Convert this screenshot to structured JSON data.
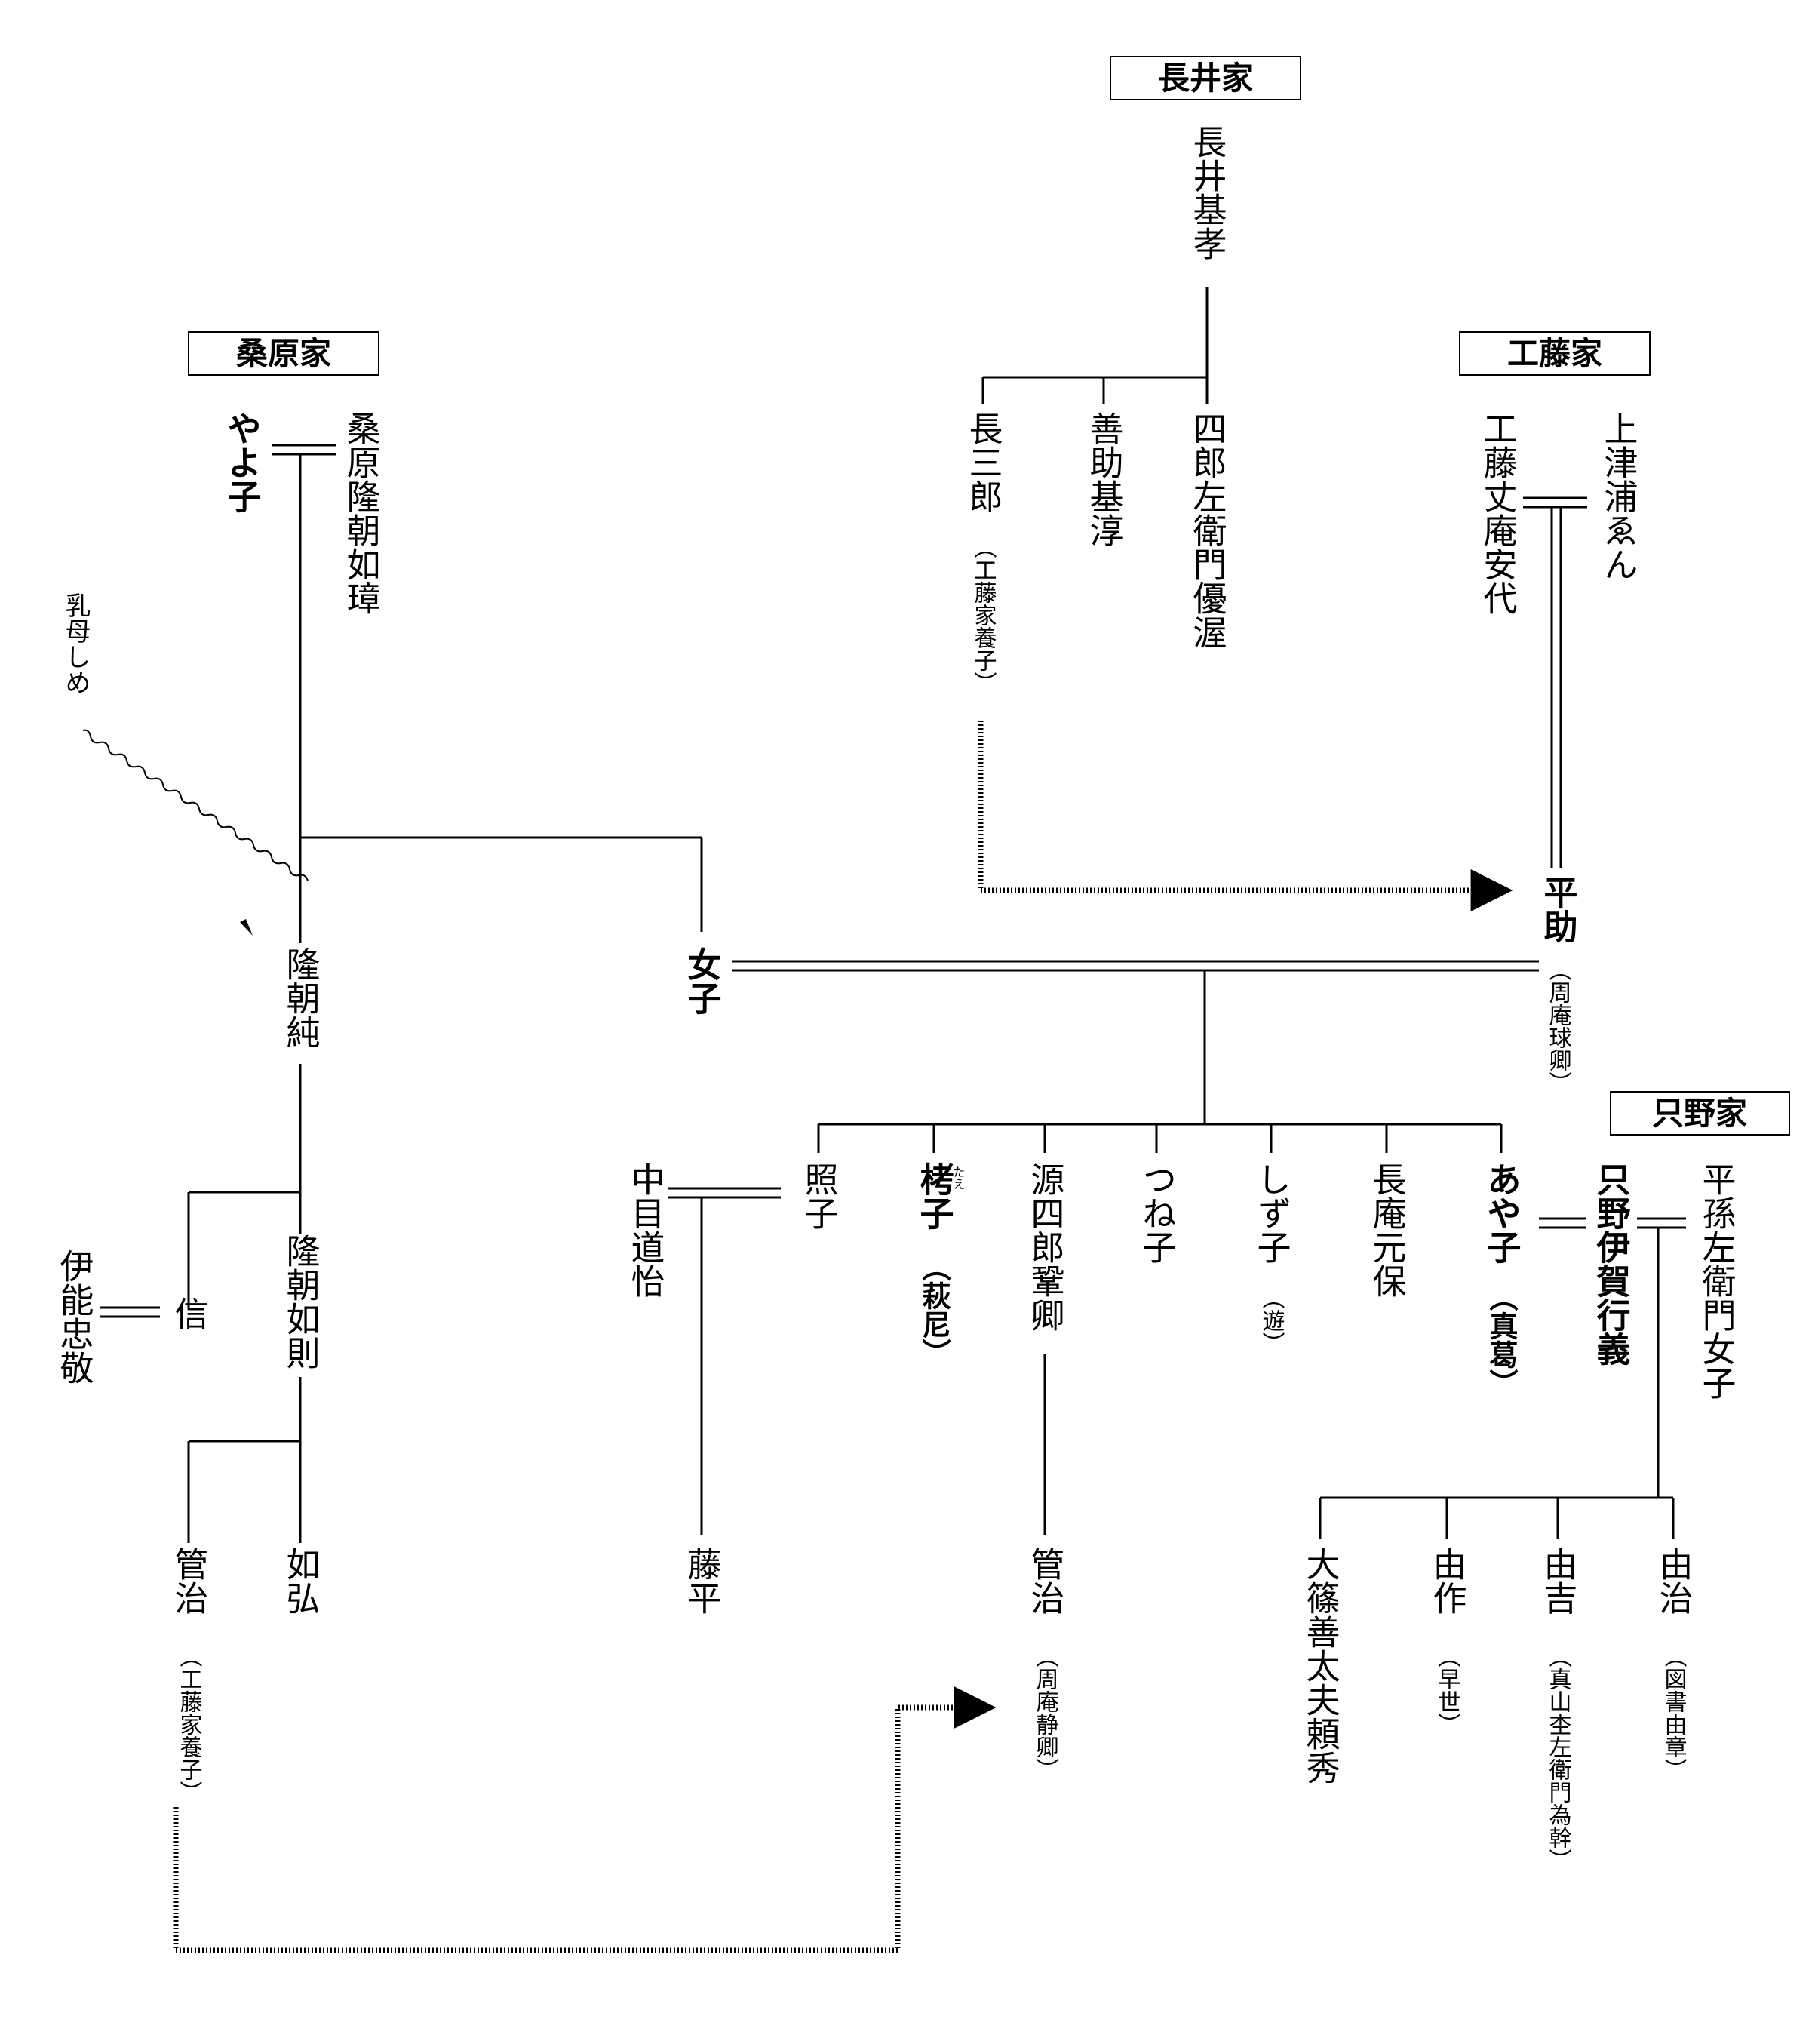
{
  "houses": {
    "nagai": "長井家",
    "kuwabara": "桑原家",
    "kudo": "工藤家",
    "tadano": "只野家"
  },
  "persons": {
    "nagai_mototaka": "長井基孝",
    "shirozaemon": "四郎左衛門優渥",
    "zensuke": "善助基淳",
    "chozaburo": "長三郎",
    "chozaburo_note": "（工藤家養子）",
    "uetsura_en": "上津浦ゑん",
    "kudo_jouan": "工藤丈庵安代",
    "heisuke": "平助",
    "heisuke_note": "（周庵球卿）",
    "yayoko": "やよ子",
    "kuwabara_takatomo": "桑原隆朝如璋",
    "nurse": "乳母しめ",
    "takatomo_jun": "隆朝純",
    "jyoshi": "女子",
    "takatomo_nori": "隆朝如則",
    "makoto": "信",
    "ino_tadataka": "伊能忠敬",
    "kanji_left": "管治",
    "kanji_left_note": "（工藤家養子）",
    "nyoko": "如弘",
    "nakame_doi": "中目道怡",
    "teruko": "照子",
    "toheii": "藤平",
    "taeko": "栲子",
    "taeko_ruby": "たえ",
    "taeko_note": "（萩尼）",
    "genshiro": "源四郎鞏卿",
    "kanji_right": "管治",
    "kanji_right_note": "（周庵静卿）",
    "tsune": "つね子",
    "shizuko": "しず子",
    "shizuko_note": "（遊）",
    "choan": "長庵元保",
    "ayako": "あや子",
    "ayako_note": "（真葛）",
    "tadano_iga": "只野伊賀行義",
    "hira_magozaemon": "平孫左衛門女子",
    "oshino": "大篠善太夫頼秀",
    "yoshisaku": "由作",
    "yoshisaku_note": "（早世）",
    "yoshikichi": "由吉",
    "yoshikichi_note": "（真山杢左衛門為幹）",
    "yoshiharu": "由治",
    "yoshiharu_note": "（図書由章）"
  }
}
